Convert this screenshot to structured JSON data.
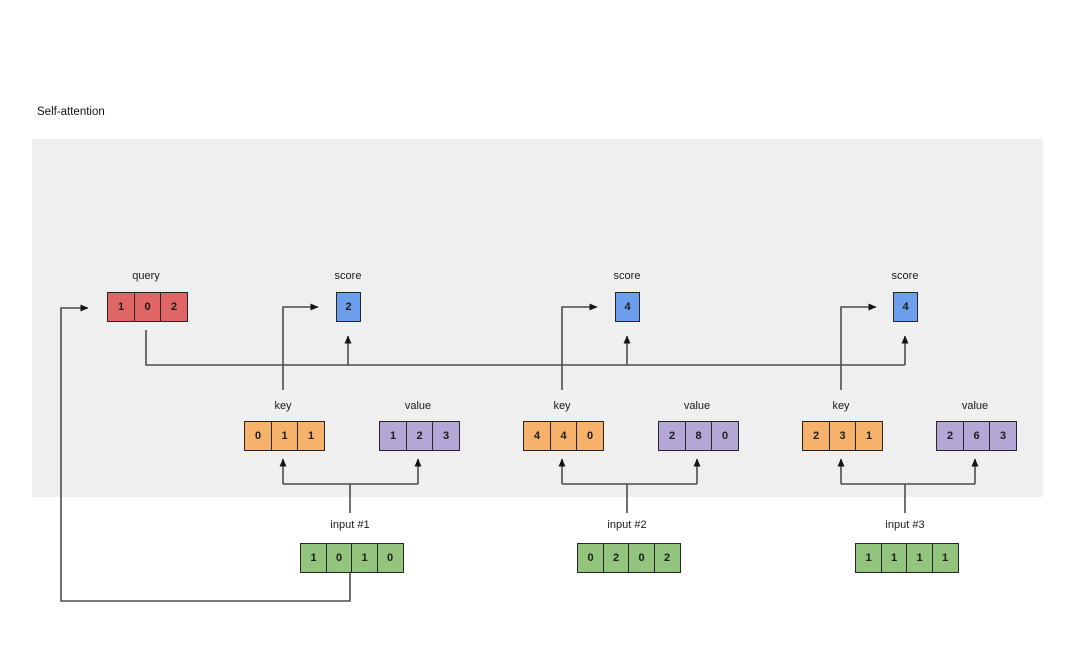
{
  "title": "Self-attention",
  "colors": {
    "panel": "#efefef",
    "query": "#e06666",
    "score": "#6d9eeb",
    "key": "#f6b26b",
    "value": "#b4a7d6",
    "input": "#93c47d",
    "line": "#4d4d4d",
    "arrow": "#141414"
  },
  "query": {
    "label": "query",
    "values": [
      "1",
      "0",
      "2"
    ]
  },
  "groups": [
    {
      "score": {
        "label": "score",
        "value": "2"
      },
      "key": {
        "label": "key",
        "values": [
          "0",
          "1",
          "1"
        ]
      },
      "value": {
        "label": "value",
        "values": [
          "1",
          "2",
          "3"
        ]
      },
      "input": {
        "label": "input #1",
        "values": [
          "1",
          "0",
          "1",
          "0"
        ]
      }
    },
    {
      "score": {
        "label": "score",
        "value": "4"
      },
      "key": {
        "label": "key",
        "values": [
          "4",
          "4",
          "0"
        ]
      },
      "value": {
        "label": "value",
        "values": [
          "2",
          "8",
          "0"
        ]
      },
      "input": {
        "label": "input #2",
        "values": [
          "0",
          "2",
          "0",
          "2"
        ]
      }
    },
    {
      "score": {
        "label": "score",
        "value": "4"
      },
      "key": {
        "label": "key",
        "values": [
          "2",
          "3",
          "1"
        ]
      },
      "value": {
        "label": "value",
        "values": [
          "2",
          "6",
          "3"
        ]
      },
      "input": {
        "label": "input #3",
        "values": [
          "1",
          "1",
          "1",
          "1"
        ]
      }
    }
  ]
}
